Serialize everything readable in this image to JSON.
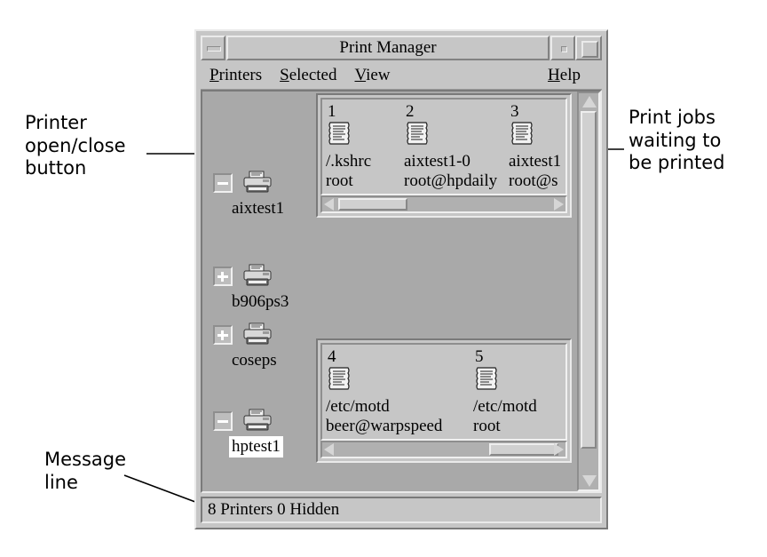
{
  "window": {
    "title": "Print Manager",
    "titlebar_buttons": [
      {
        "name": "minimize-button",
        "label": ""
      },
      {
        "name": "restore-button",
        "label": ""
      },
      {
        "name": "maximize-button",
        "label": ""
      }
    ]
  },
  "menubar": {
    "items": [
      {
        "label": "Printers",
        "mnemonic": "P"
      },
      {
        "label": "Selected",
        "mnemonic": "S"
      },
      {
        "label": "View",
        "mnemonic": "V"
      }
    ],
    "help": {
      "label": "Help",
      "mnemonic": "H"
    }
  },
  "printers": [
    {
      "name": "aixtest1",
      "state": "open",
      "toggle": "minus",
      "selected": false
    },
    {
      "name": "b906ps3",
      "state": "closed",
      "toggle": "plus",
      "selected": false
    },
    {
      "name": "coseps",
      "state": "closed",
      "toggle": "plus",
      "selected": false
    },
    {
      "name": "hptest1",
      "state": "open",
      "toggle": "minus",
      "selected": true
    }
  ],
  "job_panels": [
    {
      "printer": "aixtest1",
      "jobs": [
        {
          "number": "1",
          "name": "/.kshrc",
          "owner": "root"
        },
        {
          "number": "2",
          "name": "aixtest1-0",
          "owner": "root@hpdaily"
        },
        {
          "number": "3",
          "name": "aixtest1",
          "owner": "root@s"
        }
      ],
      "scroll_position": "left"
    },
    {
      "printer": "hptest1",
      "jobs": [
        {
          "number": "4",
          "name": "/etc/motd",
          "owner": "beer@warpspeed"
        },
        {
          "number": "5",
          "name": "/etc/motd",
          "owner": "root"
        }
      ],
      "scroll_position": "right"
    }
  ],
  "message_line": {
    "text": "8 Printers 0 Hidden"
  },
  "annotations": [
    {
      "id": "printer-button",
      "text": "Printer\nopen/close\nbutton"
    },
    {
      "id": "print-jobs",
      "text": "Print jobs\nwaiting to\nbe printed"
    },
    {
      "id": "message-line",
      "text": "Message\nline"
    }
  ],
  "colors": {
    "window_face": "#c6c6c6",
    "work_area": "#a9a9a9",
    "highlight": "#eaeaea",
    "shadow": "#7a7a7a",
    "selection_bg": "#ffffff"
  },
  "icons": {
    "printer": "printer-icon",
    "job_document": "document-icon"
  }
}
